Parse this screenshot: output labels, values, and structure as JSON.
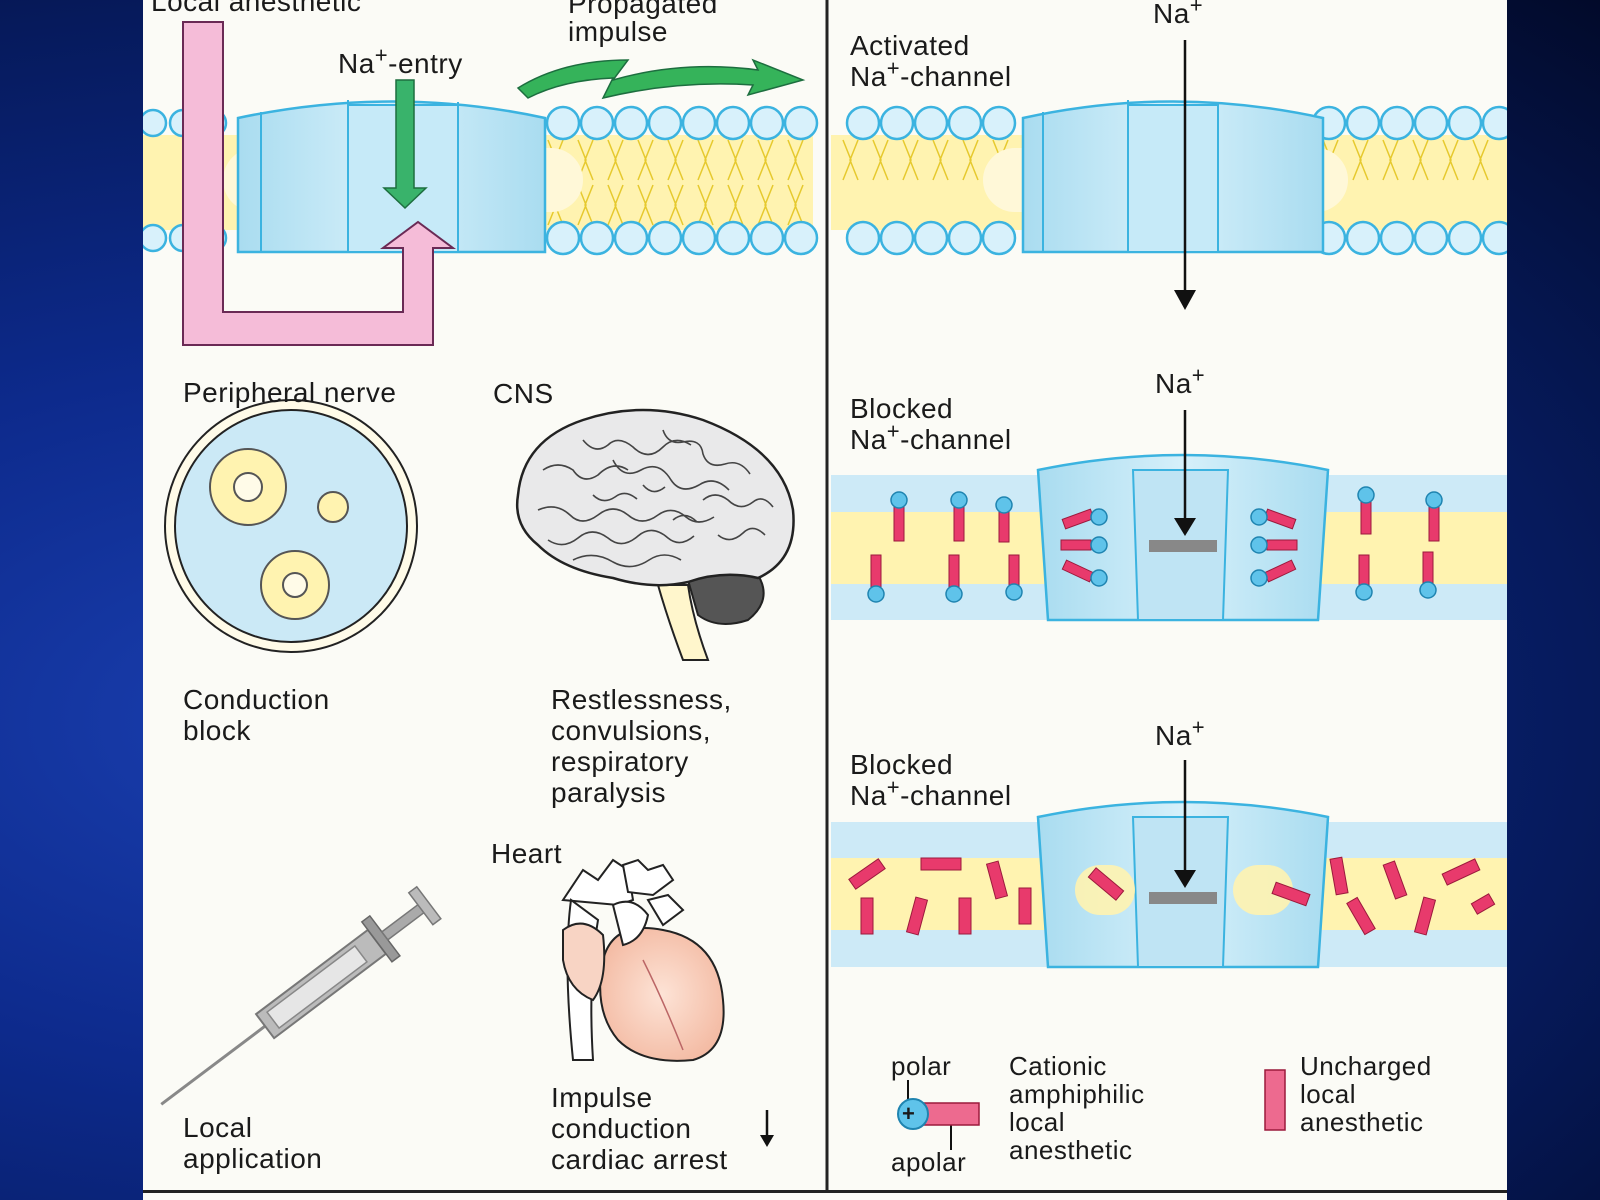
{
  "colors": {
    "background": "#0d2a8c",
    "panel": "#fbfbf6",
    "membrane_blue": "#bfe6f5",
    "membrane_stroke": "#3bb3e0",
    "lipid_yellow": "#fff3b0",
    "anesthetic_arrow": "#f4b6d4",
    "na_entry_arrow": "#39b36b",
    "impulse_arrow": "#35b35a",
    "anesthetic_molecule": "#e83a6c"
  },
  "left_panel": {
    "top": {
      "local_anesthetic": "Local anesthetic",
      "na_entry": {
        "text": "Na",
        "sup": "+",
        "suffix": "-entry"
      },
      "propagated_impulse": "Propagated\nimpulse"
    },
    "peripheral_nerve": {
      "title": "Peripheral nerve",
      "caption": "Conduction\nblock"
    },
    "cns": {
      "title": "CNS",
      "caption": "Restlessness,\nconvulsions,\nrespiratory\nparalysis"
    },
    "local_application": {
      "caption": "Local\napplication"
    },
    "heart": {
      "title": "Heart",
      "caption": "Impulse\nconduction\ncardiac arrest"
    }
  },
  "right_panel": {
    "activated": {
      "label_line1": "Activated",
      "label_line2_text": "Na",
      "label_line2_sup": "+",
      "label_line2_suffix": "-channel",
      "ion": {
        "text": "Na",
        "sup": "+"
      }
    },
    "blocked_cationic": {
      "label_line1": "Blocked",
      "label_line2_text": "Na",
      "label_line2_sup": "+",
      "label_line2_suffix": "-channel",
      "ion": {
        "text": "Na",
        "sup": "+"
      }
    },
    "blocked_uncharged": {
      "label_line1": "Blocked",
      "label_line2_text": "Na",
      "label_line2_sup": "+",
      "label_line2_suffix": "-channel",
      "ion": {
        "text": "Na",
        "sup": "+"
      }
    },
    "legend": {
      "polar": "polar",
      "apolar": "apolar",
      "plus_symbol": "+",
      "cationic": "Cationic\namphiphilic\nlocal\nanesthetic",
      "uncharged": "Uncharged\nlocal\nanesthetic"
    }
  }
}
